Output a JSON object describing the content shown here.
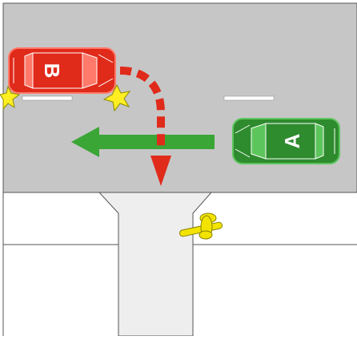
{
  "scene": {
    "road_color": "#c6c6c6",
    "sidewalk_color": "#ffffff",
    "driveway_color": "#eeeeee",
    "line_color": "#555555",
    "lane_marking_color": "#ffffff"
  },
  "vehicles": [
    {
      "id": "A",
      "label": "A",
      "color": "#2e8b2e",
      "highlight": "#5cc55c",
      "icon": "car-top-view-icon",
      "facing": "left"
    },
    {
      "id": "B",
      "label": "B",
      "color": "#e02a1a",
      "highlight": "#ff7a6a",
      "icon": "car-top-view-icon",
      "facing": "right"
    }
  ],
  "paths": {
    "a_straight": {
      "color": "#3aa636",
      "icon": "straight-arrow-icon",
      "direction": "left"
    },
    "b_turn": {
      "color": "#e02a1a",
      "icon": "dashed-turn-arrow-icon",
      "direction": "right-turn-down"
    }
  },
  "markers": {
    "impact_color": "#ffee22",
    "impact_stroke": "#8a8a00",
    "cyclist_color": "#f2e300",
    "cyclist_stroke": "#8a8200"
  }
}
